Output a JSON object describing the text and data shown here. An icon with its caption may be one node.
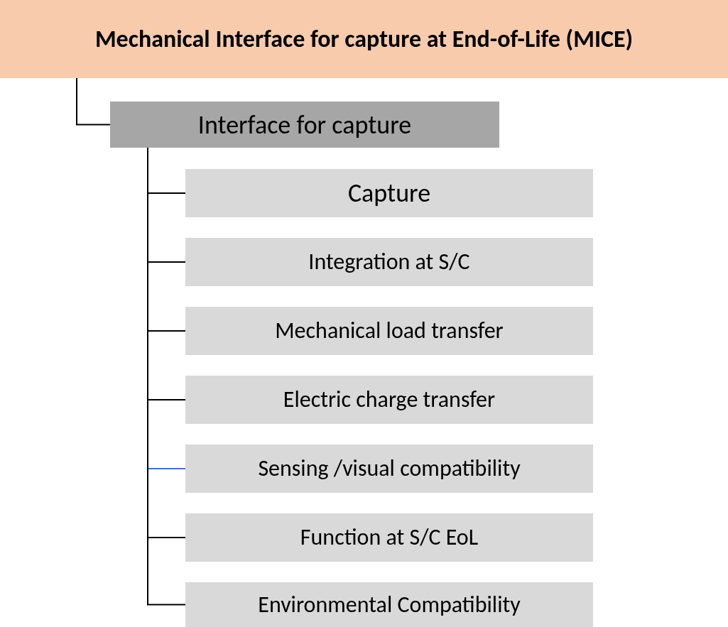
{
  "diagram": {
    "nodes": [
      {
        "text": [
          "Mechanical Interface for capture at End-of-Life (MICE)"
        ]
      },
      {
        "text": [
          "Interface for capture"
        ]
      },
      {
        "text": [
          "Capture"
        ]
      },
      {
        "text": [
          "Integration at S/C"
        ]
      },
      {
        "text": [
          "Mechanical load transfer"
        ]
      },
      {
        "text": [
          "Electric charge transfer"
        ]
      },
      {
        "text": [
          "Sensing /visual compatibility"
        ]
      },
      {
        "text": [
          "Function at S/C EoL"
        ]
      },
      {
        "text": [
          "Environmental Compatibility"
        ]
      }
    ],
    "edges": [
      {
        "from": 0,
        "to": 1,
        "arrow": "none"
      },
      {
        "from": 1,
        "to": 2,
        "arrow": "none"
      },
      {
        "from": 1,
        "to": 3,
        "arrow": "none"
      },
      {
        "from": 1,
        "to": 4,
        "arrow": "none"
      },
      {
        "from": 1,
        "to": 5,
        "arrow": "none"
      },
      {
        "from": 1,
        "to": 6,
        "arrow": "none",
        "color": "#4472c4"
      },
      {
        "from": 1,
        "to": 7,
        "arrow": "none"
      },
      {
        "from": 1,
        "to": 8,
        "arrow": "none"
      }
    ]
  }
}
